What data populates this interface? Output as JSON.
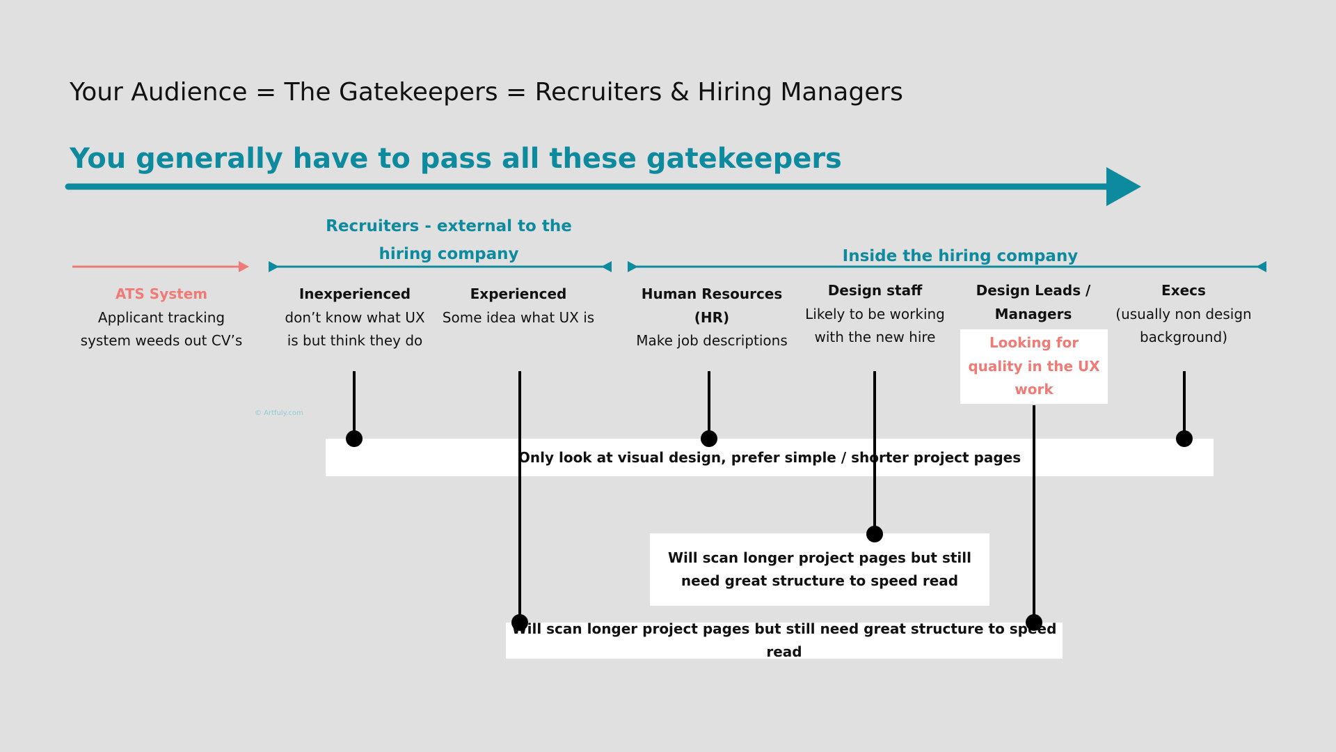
{
  "title": "Your Audience = The Gatekeepers = Recruiters & Hiring Managers",
  "subtitle": "You generally have to pass all these gatekeepers",
  "colors": {
    "background": "#e0e0e0",
    "teal": "#0e8a9e",
    "pink": "#ef7b76",
    "text": "#111111",
    "box": "#ffffff"
  },
  "groups": {
    "recruiters": "Recruiters - external to the hiring company",
    "inside": "Inside the hiring company"
  },
  "columns": {
    "ats": {
      "heading": "ATS System",
      "line1": "Applicant tracking",
      "line2": "system weeds out CV’s"
    },
    "inexperienced": {
      "heading": "Inexperienced",
      "line1": "don’t know what UX",
      "line2": "is but think they do"
    },
    "experienced": {
      "heading": "Experienced",
      "line1": "Some idea what UX is"
    },
    "hr": {
      "heading1": "Human Resources",
      "heading2": "(HR)",
      "line1": "Make job descriptions"
    },
    "design_staff": {
      "heading": "Design staff",
      "line1": "Likely to be working",
      "line2": "with the new hire"
    },
    "design_leads": {
      "heading1": "Design Leads /",
      "heading2": "Managers",
      "callout": "Looking for quality in the UX work"
    },
    "execs": {
      "heading": "Execs",
      "line1": "(usually non design",
      "line2": "background)"
    }
  },
  "boxes": {
    "visual": "Only look at visual design, prefer simple / shorter project pages",
    "design_staff": "Will scan longer project pages but still need great structure to speed read",
    "experienced": "Will scan longer project pages but still need great structure to speed read"
  },
  "watermark": "© Artfuly.com"
}
